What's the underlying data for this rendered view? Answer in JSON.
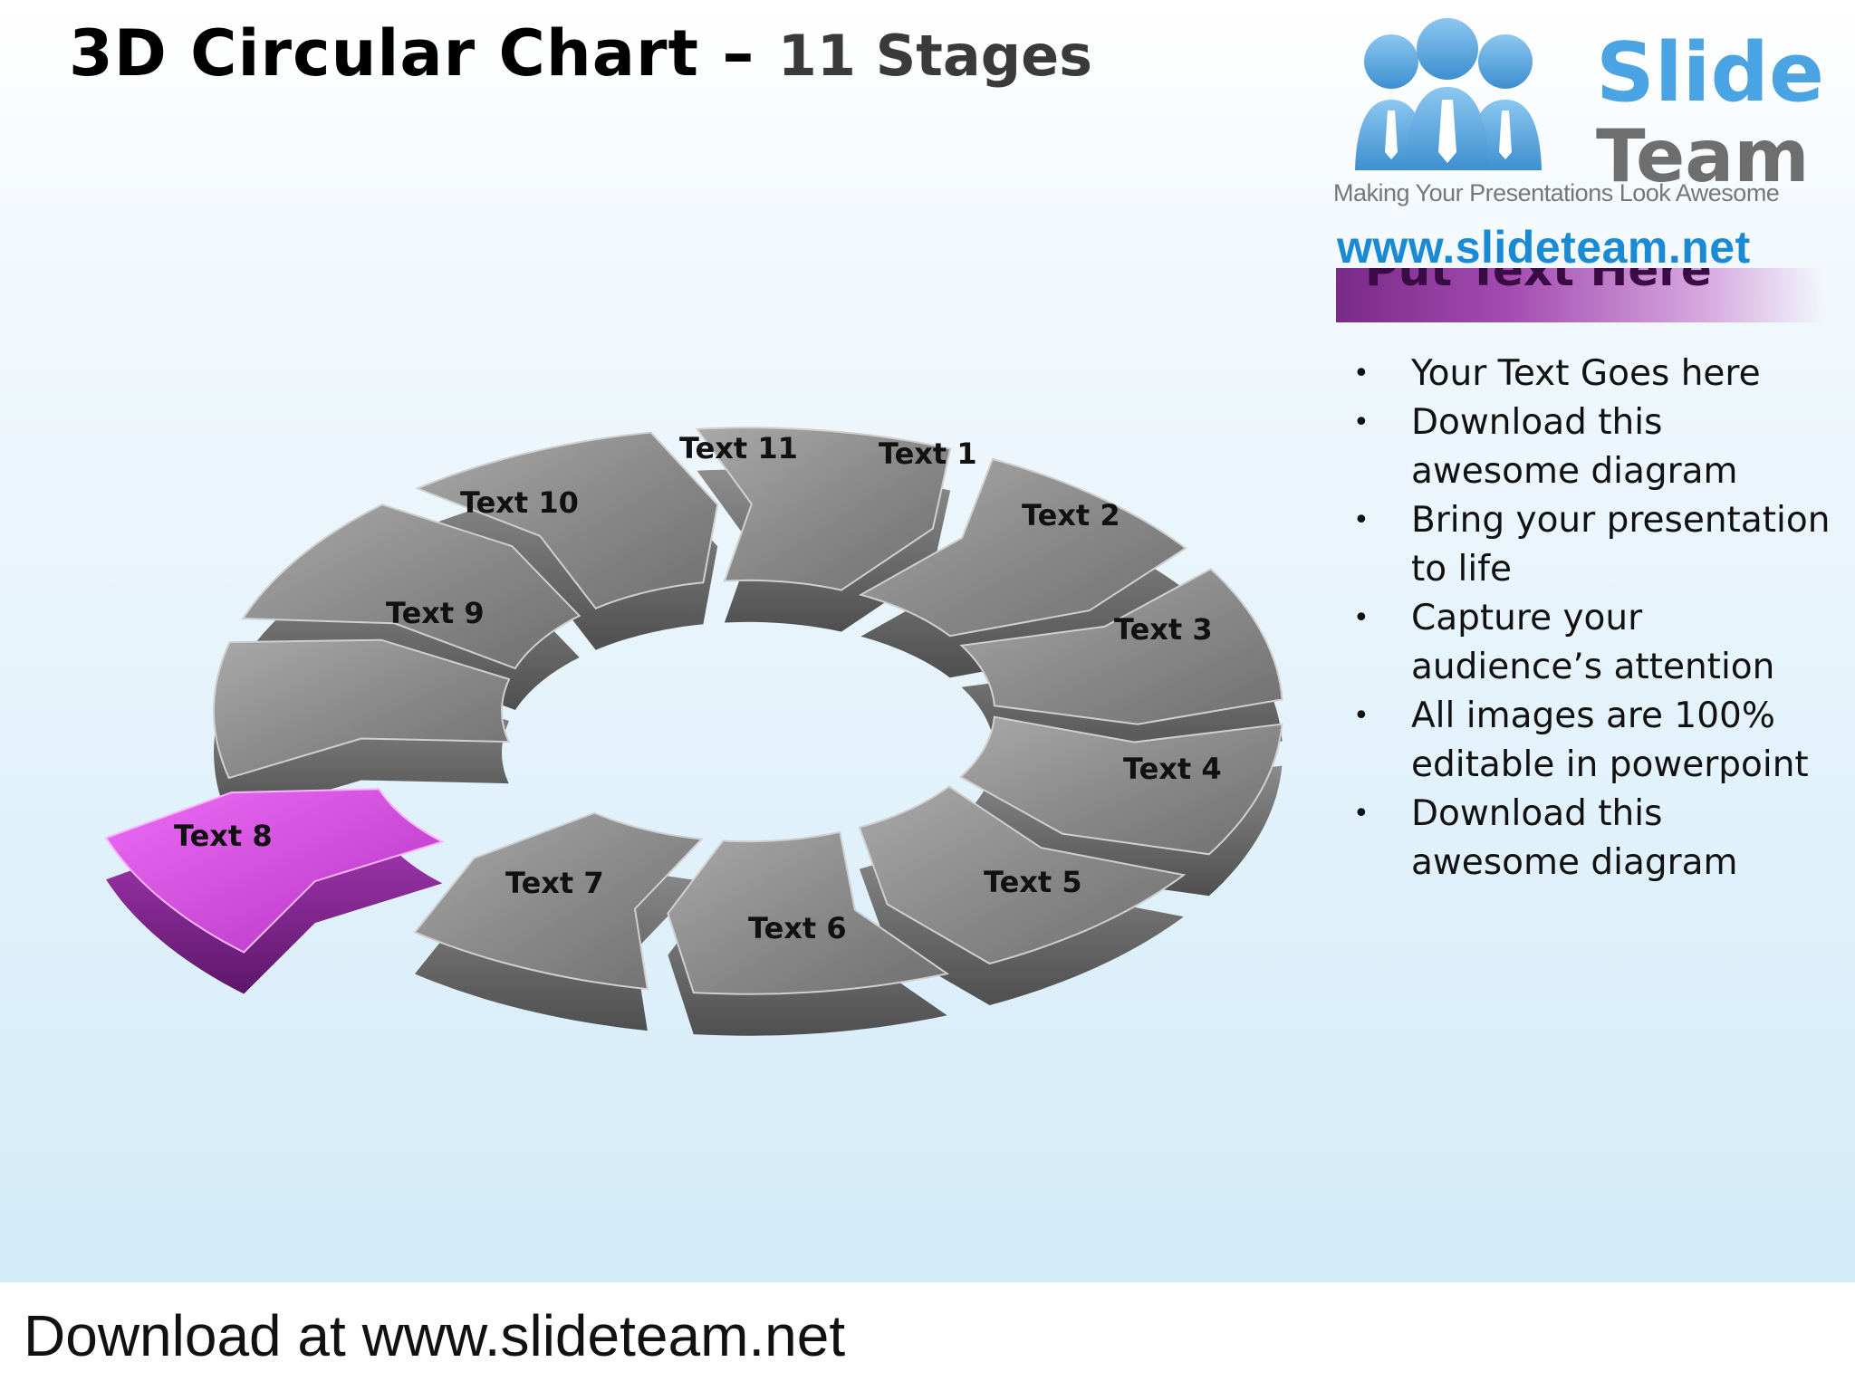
{
  "title": {
    "main": "3D Circular Chart",
    "dash": " – ",
    "sub": "11 Stages"
  },
  "logo": {
    "word1": "Slide",
    "word2": "Team",
    "tagline": "Making Your Presentations Look Awesome",
    "url": "www.slideteam.net"
  },
  "side_panel": {
    "header": "Put Text Here",
    "bullets": [
      "Your Text Goes here",
      "Download this awesome diagram",
      "Bring your presentation to life",
      "Capture your audience’s attention",
      "All images are 100% editable in powerpoint",
      "Download this awesome diagram"
    ]
  },
  "diagram": {
    "stages": [
      "Text 1",
      "Text 2",
      "Text 3",
      "Text 4",
      "Text 5",
      "Text 6",
      "Text 7",
      "Text 8",
      "Text 9",
      "Text 10",
      "Text 11"
    ],
    "highlighted_stage": "Text 8",
    "colors": {
      "segment": "#8c8c8c",
      "segment_dark": "#5a5a5a",
      "highlight": "#c23fcf",
      "highlight_dark": "#6d1a78"
    }
  },
  "footer": {
    "text": "Download at www.slideteam.net"
  }
}
